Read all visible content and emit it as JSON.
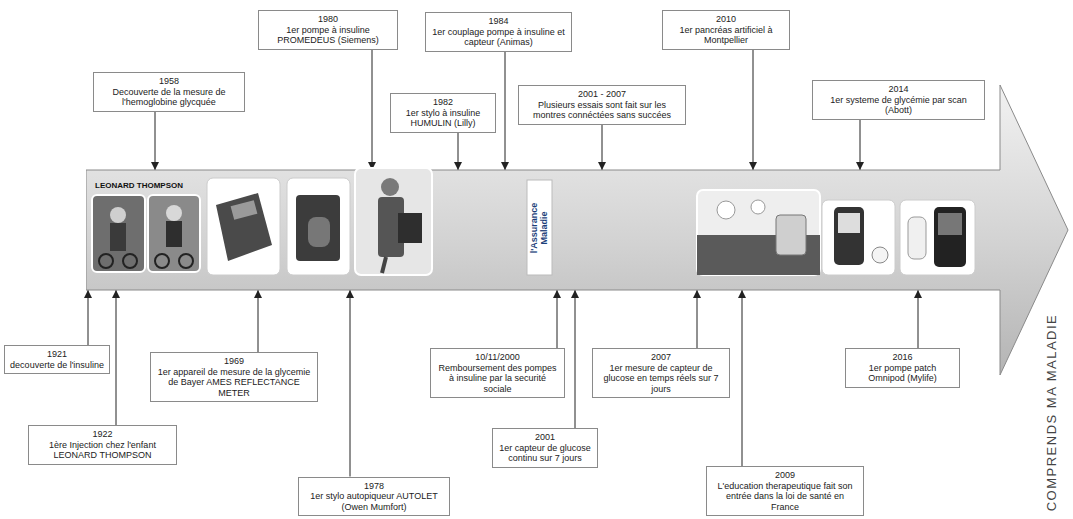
{
  "diagram": {
    "nodes": [
      {
        "text": [
          "LEONARD THOMPSON"
        ]
      },
      {
        "text": [
          "1958",
          "Decouverte de la mesure de l'hemoglobine glycquée"
        ]
      },
      {
        "text": [
          "1980",
          "1er pompe à insuline PROMEDEUS (Siemens)"
        ]
      },
      {
        "text": [
          "1984",
          "1er couplage pompe à insuline et capteur (Animas)"
        ]
      },
      {
        "text": [
          "1982",
          "1er stylo à insuline HUMULIN (Lilly)"
        ]
      },
      {
        "text": [
          "2001 - 2007",
          "Plusieurs essais sont fait sur les montres connéctées sans succées"
        ]
      },
      {
        "text": [
          "2010",
          "1er pancréas artificiel à Montpellier"
        ]
      },
      {
        "text": [
          "2014",
          "1er systeme de glycémie par scan (Abott)"
        ]
      },
      {
        "text": [
          "1921",
          "decouverte de l'insuline"
        ]
      },
      {
        "text": [
          "1922",
          "1ère Injection chez l'enfant LEONARD THOMPSON"
        ]
      },
      {
        "text": [
          "1969",
          "1er appareil de mesure de la glycemie de Bayer AMES REFLECTANCE METER"
        ]
      },
      {
        "text": [
          "1978",
          "1er stylo autopiqueur AUTOLET (Owen Mumfort)"
        ]
      },
      {
        "text": [
          "10/11/2000",
          "Remboursement des pompes à insuline par la securité sociale"
        ]
      },
      {
        "text": [
          "2001",
          "1er capteur de glucose continu sur 7 jours"
        ]
      },
      {
        "text": [
          "2007",
          "1er mesure de capteur de glucose en temps réels sur 7 jours"
        ]
      },
      {
        "text": [
          "2009",
          "L'education therapeutique fait son entrée dans la loi de santé en France"
        ]
      },
      {
        "text": [
          "2016",
          "1er pompe patch Omnipod (Mylife)"
        ]
      }
    ],
    "edges": [
      {
        "from": 1,
        "to": 0,
        "arrow": "to"
      },
      {
        "from": 2,
        "to": 0,
        "arrow": "to"
      },
      {
        "from": 3,
        "to": 0,
        "arrow": "to"
      },
      {
        "from": 4,
        "to": 0,
        "arrow": "to"
      },
      {
        "from": 5,
        "to": 0,
        "arrow": "to"
      },
      {
        "from": 6,
        "to": 0,
        "arrow": "to"
      },
      {
        "from": 7,
        "to": 0,
        "arrow": "to"
      },
      {
        "from": 8,
        "to": 0,
        "arrow": "to"
      },
      {
        "from": 9,
        "to": 0,
        "arrow": "to"
      },
      {
        "from": 10,
        "to": 0,
        "arrow": "to"
      },
      {
        "from": 11,
        "to": 0,
        "arrow": "to"
      },
      {
        "from": 12,
        "to": 0,
        "arrow": "to"
      },
      {
        "from": 13,
        "to": 0,
        "arrow": "to"
      },
      {
        "from": 14,
        "to": 0,
        "arrow": "to"
      },
      {
        "from": 15,
        "to": 0,
        "arrow": "to"
      },
      {
        "from": 16,
        "to": 0,
        "arrow": "to"
      }
    ],
    "labels": [
      "l'Assurance Maladie",
      "COMPRENDS MA MALADIE"
    ]
  }
}
